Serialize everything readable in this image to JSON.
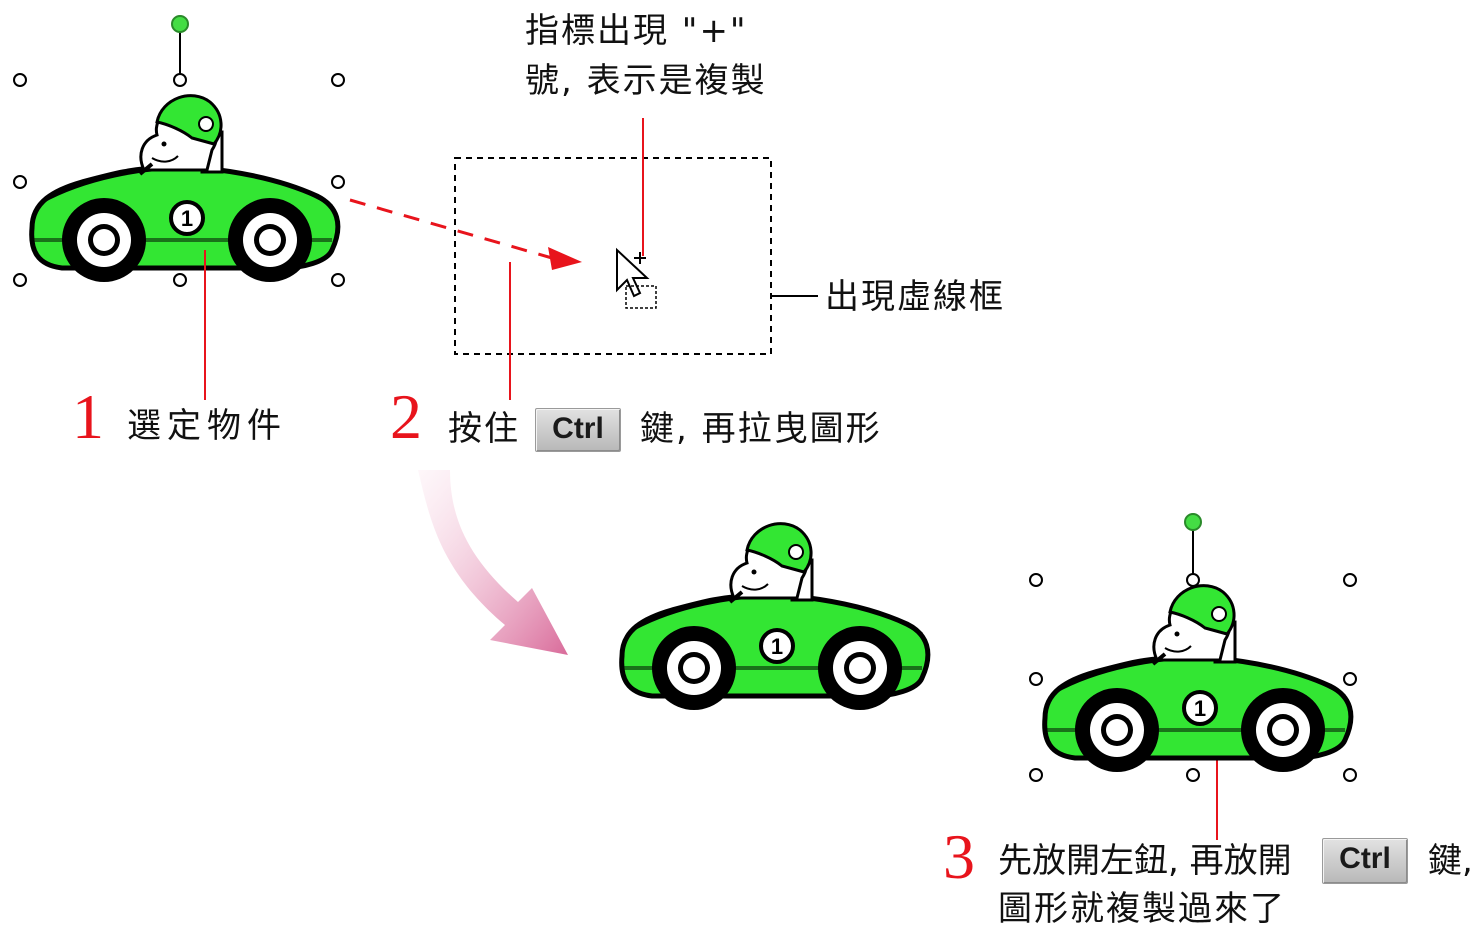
{
  "callouts": {
    "pointer_note_line1": "指標出現 \"+\"",
    "pointer_note_line2": "號, 表示是複製",
    "dashed_frame_note": "出現虛線框"
  },
  "steps": [
    {
      "number": "1",
      "text": "選定物件"
    },
    {
      "number": "2",
      "text_before": "按住",
      "key": "Ctrl",
      "text_after": "鍵, 再拉曳圖形"
    },
    {
      "number": "3",
      "text_before": "先放開左鈕, 再放開",
      "key": "Ctrl",
      "text_after": "鍵,",
      "text_line2": "圖形就複製過來了"
    }
  ],
  "colors": {
    "car_body": "#33e633",
    "callout_line": "#e8141c",
    "step_number": "#e8141c",
    "drag_arrow": "#e8141c",
    "rotate_handle": "#44dd44",
    "curved_arrow": "#d96b9a"
  }
}
